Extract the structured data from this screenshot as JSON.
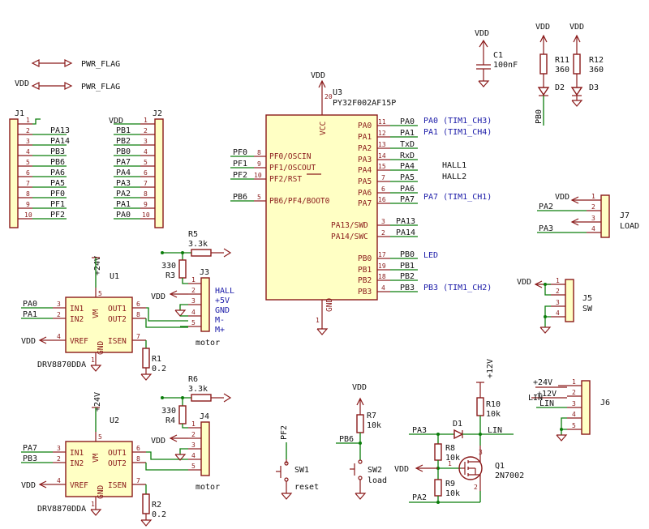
{
  "power_flags": {
    "label": "PWR_FLAG",
    "vdd": "VDD"
  },
  "nets": {
    "vdd": "VDD",
    "p24": "+24V",
    "p12": "+12V",
    "lin": "LIN"
  },
  "u3": {
    "ref": "U3",
    "value": "PY32F002AF15P",
    "vcc": "VCC",
    "gnd": "GND",
    "pin_vcc": "20",
    "pin_gnd": "1",
    "left_pins": [
      {
        "n": "8",
        "name": "PF0/OSCIN",
        "net": "PF0"
      },
      {
        "n": "9",
        "name": "PF1/OSCOUT",
        "net": "PF1"
      },
      {
        "n": "10",
        "name": "PF2/RST",
        "net": "PF2"
      },
      {
        "n": "5",
        "name": "PB6/PF4/BOOT0",
        "net": "PB6"
      }
    ],
    "right_pins": [
      {
        "n": "11",
        "name": "PA0",
        "net": "PA0",
        "note": "PA0 (TIM1_CH3)"
      },
      {
        "n": "12",
        "name": "PA1",
        "net": "PA1",
        "note": "PA1 (TIM1_CH4)"
      },
      {
        "n": "13",
        "name": "PA2",
        "net": "TxD",
        "note": ""
      },
      {
        "n": "14",
        "name": "PA3",
        "net": "RxD",
        "note": ""
      },
      {
        "n": "15",
        "name": "PA4",
        "net": "PA4",
        "note": "HALL1"
      },
      {
        "n": "7",
        "name": "PA5",
        "net": "PA5",
        "note": "HALL2"
      },
      {
        "n": "6",
        "name": "PA6",
        "net": "PA6",
        "note": ""
      },
      {
        "n": "16",
        "name": "PA7",
        "net": "PA7",
        "note": "PA7 (TIM1_CH1)"
      },
      {
        "n": "3",
        "name": "PA13/SWD",
        "net": "PA13",
        "note": ""
      },
      {
        "n": "2",
        "name": "PA14/SWC",
        "net": "PA14",
        "note": ""
      },
      {
        "n": "17",
        "name": "PB0",
        "net": "PB0",
        "note": "LED"
      },
      {
        "n": "19",
        "name": "PB1",
        "net": "PB1",
        "note": ""
      },
      {
        "n": "18",
        "name": "PB2",
        "net": "PB2",
        "note": ""
      },
      {
        "n": "4",
        "name": "PB3",
        "net": "PB3",
        "note": "PB3 (TIM1_CH2)"
      }
    ]
  },
  "j1": {
    "ref": "J1",
    "pins": [
      "",
      "PA13",
      "PA14",
      "PB3",
      "PB6",
      "PA6",
      "PA5",
      "PF0",
      "PF1",
      "PF2"
    ]
  },
  "j2": {
    "ref": "J2",
    "pins": [
      "VDD",
      "PB1",
      "PB2",
      "PB0",
      "PA7",
      "PA4",
      "PA3",
      "PA2",
      "PA1",
      "PA0"
    ]
  },
  "c1": {
    "ref": "C1",
    "value": "100nF",
    "net": "VDD"
  },
  "r11": {
    "ref": "R11",
    "value": "360"
  },
  "r12": {
    "ref": "R12",
    "value": "360"
  },
  "d2": {
    "ref": "D2"
  },
  "d3": {
    "ref": "D3"
  },
  "pb0_net": "PB0",
  "j7": {
    "ref": "J7",
    "value": "LOAD",
    "nets": [
      "VDD",
      "PA2",
      "",
      "PA3"
    ]
  },
  "j5": {
    "ref": "J5",
    "value": "SW",
    "net": "VDD"
  },
  "j6": {
    "ref": "J6",
    "nets": [
      "+24V",
      "+12V",
      "LIN",
      "",
      ""
    ]
  },
  "u1": {
    "ref": "U1",
    "value": "DRV8870DDA",
    "in1": "PA0",
    "in2": "PA1",
    "vref_net": "VDD"
  },
  "u2": {
    "ref": "U2",
    "value": "DRV8870DDA",
    "in1": "PA7",
    "in2": "PB3",
    "vref_net": "VDD"
  },
  "drv_pins": {
    "in1": "IN1",
    "in2": "IN2",
    "vref": "VREF",
    "vm": "VM",
    "gnd": "GND",
    "out1": "OUT1",
    "out2": "OUT2",
    "isen": "ISEN",
    "n_in1": "3",
    "n_in2": "2",
    "n_vref": "4",
    "n_vm": "5",
    "n_gnd": "1",
    "n_out1": "6",
    "n_out2": "8",
    "n_isen": "7"
  },
  "r1": {
    "ref": "R1",
    "value": "0.2"
  },
  "r2": {
    "ref": "R2",
    "value": "0.2"
  },
  "r3": {
    "ref": "R3",
    "value": "330"
  },
  "r4": {
    "ref": "R4",
    "value": "330"
  },
  "r5": {
    "ref": "R5",
    "value": "3.3k"
  },
  "r6": {
    "ref": "R6",
    "value": "3.3k"
  },
  "j3": {
    "ref": "J3",
    "value": "motor",
    "legend": [
      "HALL",
      "+5V",
      "GND",
      "M-",
      "M+"
    ],
    "net": "VDD"
  },
  "j4": {
    "ref": "J4",
    "value": "motor",
    "net": "VDD"
  },
  "sw1": {
    "ref": "SW1",
    "value": "reset",
    "net": "PF2"
  },
  "sw2": {
    "ref": "SW2",
    "value": "load",
    "net": "PB6"
  },
  "r7": {
    "ref": "R7",
    "value": "10k",
    "net": "VDD"
  },
  "q1": {
    "ref": "Q1",
    "value": "2N7002"
  },
  "d1": {
    "ref": "D1"
  },
  "r8": {
    "ref": "R8",
    "value": "10k"
  },
  "r9": {
    "ref": "R9",
    "value": "10k"
  },
  "r10": {
    "ref": "R10",
    "value": "10k",
    "net": "+12V"
  },
  "q_nets": {
    "pa3": "PA3",
    "pa2": "PA2",
    "vdd": "VDD",
    "lin": "LIN",
    "p1": "1",
    "p2": "2",
    "p3": "3"
  }
}
